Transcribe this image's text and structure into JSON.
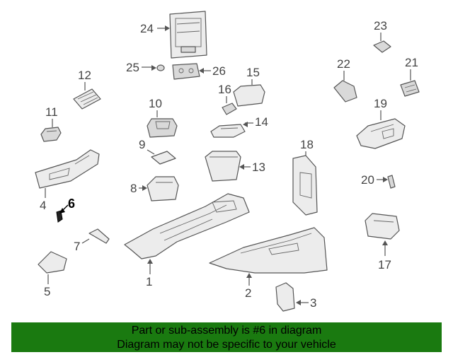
{
  "diagram": {
    "highlight_part": "6",
    "callouts": [
      "1",
      "2",
      "3",
      "4",
      "5",
      "6",
      "7",
      "8",
      "9",
      "10",
      "11",
      "12",
      "13",
      "14",
      "15",
      "16",
      "17",
      "18",
      "19",
      "20",
      "21",
      "22",
      "23",
      "24",
      "25",
      "26"
    ]
  },
  "banner": {
    "line1": "Part or sub-assembly is #6 in diagram",
    "line2": "Diagram may not be specific to your vehicle",
    "color": "#1a7a10"
  }
}
